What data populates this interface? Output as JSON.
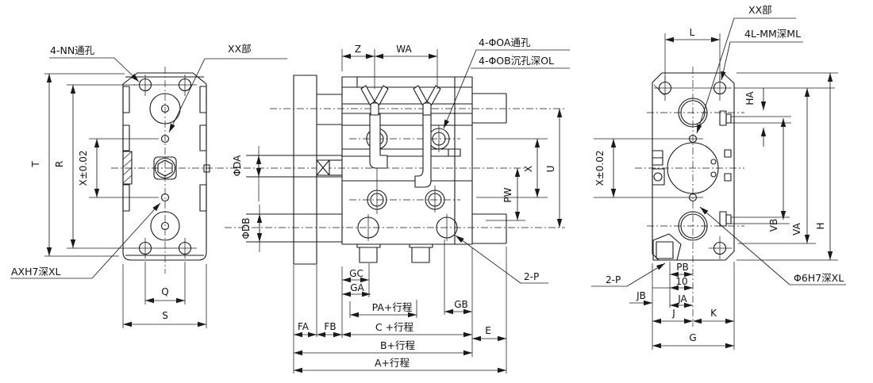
{
  "drawing": {
    "background": "#ffffff",
    "line_color": "#1a1a1a",
    "views": {
      "left": {
        "leader_nn": "4-NN通孔",
        "leader_xx": "XX部",
        "leader_axh7": "AXH7深XL",
        "dim_t": "T",
        "dim_r": "R",
        "dim_x": "X±0.02",
        "dim_q": "Q",
        "dim_s": "S"
      },
      "front": {
        "leader_oa": "4-ΦOA通孔",
        "leader_ob": "4-ΦOB沉孔深OL",
        "leader_2p": "2-P",
        "dim_z": "Z",
        "dim_wa": "WA",
        "dim_da": "ΦDA",
        "dim_db": "ΦDB",
        "dim_pw": "PW",
        "dim_x": "X",
        "dim_u": "U",
        "dim_gc": "GC",
        "dim_ga": "GA",
        "dim_pa": "PA+行程",
        "dim_c": "C +行程",
        "dim_gb": "GB",
        "dim_fa": "FA",
        "dim_fb": "FB",
        "dim_e": "E",
        "dim_b": "B+行程",
        "dim_a": "A+行程"
      },
      "right": {
        "leader_xx": "XX部",
        "leader_lmm": "4L-MM深ML",
        "leader_6h7": "Φ6H7深XL",
        "leader_2p": "2-P",
        "dim_l": "L",
        "dim_ha": "HA",
        "dim_x": "X±0.02",
        "dim_vb": "VB",
        "dim_va": "VA",
        "dim_h": "H",
        "dim_pb": "PB",
        "dim_10": "10",
        "dim_jb": "JB",
        "dim_ja": "JA",
        "dim_j": "J",
        "dim_k": "K",
        "dim_g": "G"
      }
    }
  }
}
